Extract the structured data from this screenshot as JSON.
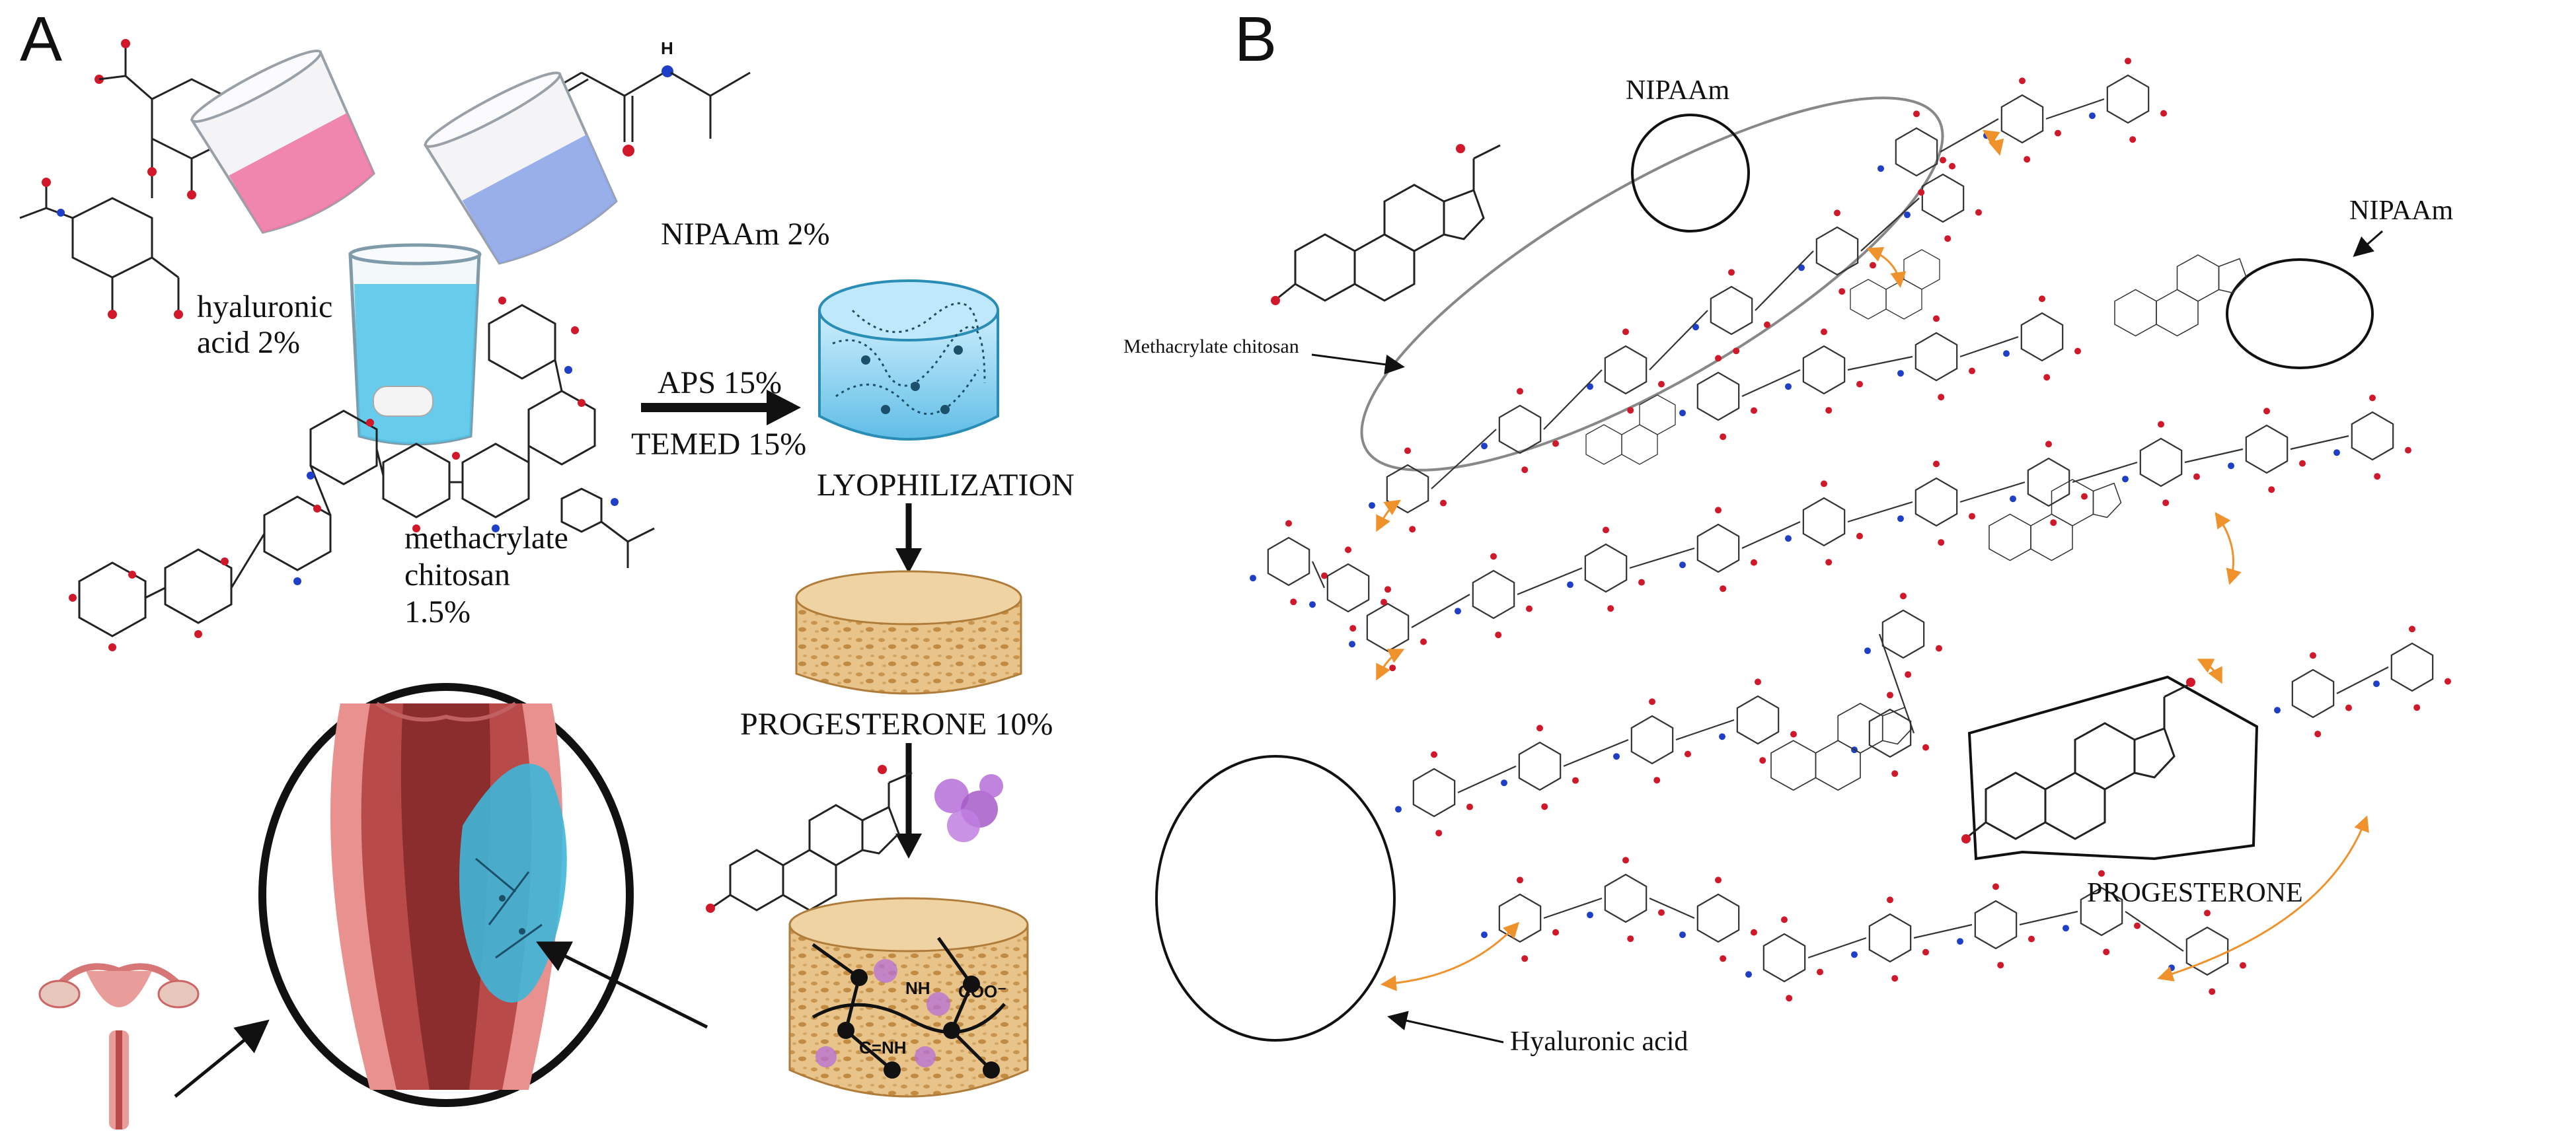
{
  "panels": {
    "a_letter": "A",
    "b_letter": "B"
  },
  "panel_a": {
    "hyaluronic_line1": "hyaluronic",
    "hyaluronic_line2": "acid 2%",
    "nipaam": "NIPAAm 2%",
    "methacrylate_line1": "methacrylate",
    "methacrylate_line2": "chitosan",
    "methacrylate_line3": "1.5%",
    "aps": "APS 15%",
    "temed": "TEMED 15%",
    "lyophilization": "LYOPHILIZATION",
    "progesterone": "PROGESTERONE 10%",
    "nh_label": "NH",
    "coo_label": "COO⁻",
    "cnh_label": "C=NH"
  },
  "panel_b": {
    "nipaam_top": "NIPAAm",
    "nipaam_right": "NIPAAm",
    "methacrylate_chitosan": "Methacrylate chitosan",
    "progesterone": "PROGESTERONE",
    "hyaluronic_acid": "Hyaluronic acid"
  },
  "colors": {
    "oxygen": "#d0182a",
    "nitrogen": "#1f3fc8",
    "h_bond_arrow": "#f0922c",
    "pink_liquid": "#f07aa6",
    "blue_liquid": "#8fa8e8",
    "cyan_liquid": "#4fc4e8",
    "sponge": "#e8c38a",
    "tissue_red": "#b84a4a",
    "gel_cyan": "#3fb6d8"
  }
}
